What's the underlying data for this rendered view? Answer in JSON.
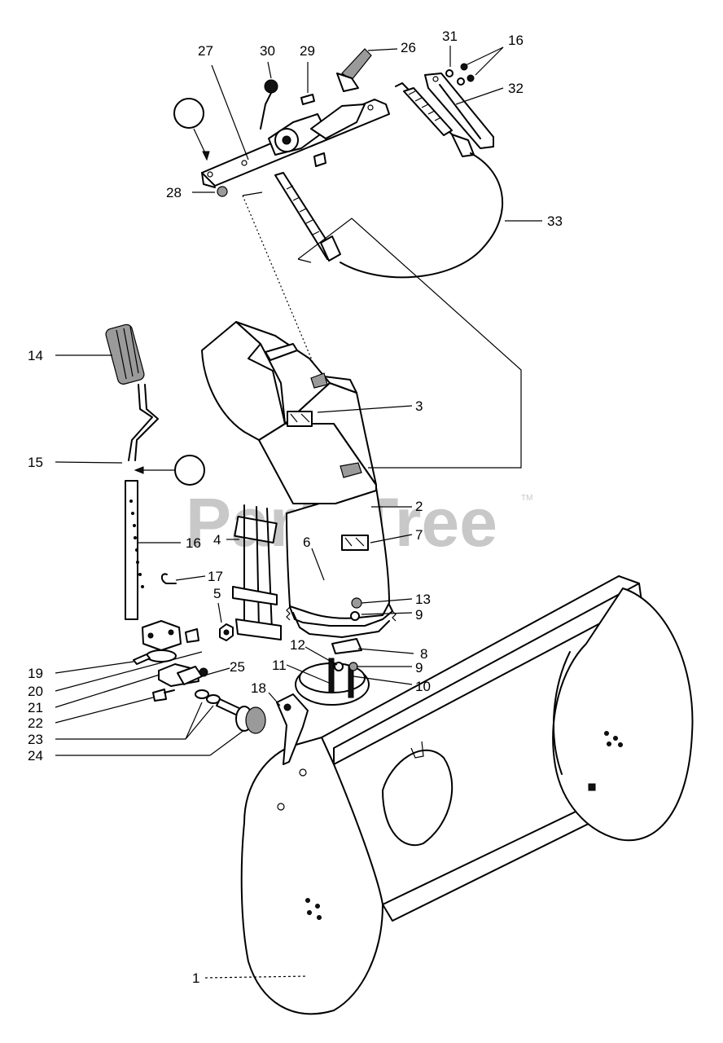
{
  "watermark": {
    "text": "PartsTree",
    "trademark": "TM"
  },
  "callouts": [
    {
      "id": "c1",
      "label": "1"
    },
    {
      "id": "c2",
      "label": "2"
    },
    {
      "id": "c3",
      "label": "3"
    },
    {
      "id": "c4",
      "label": "4"
    },
    {
      "id": "c5",
      "label": "5"
    },
    {
      "id": "c6",
      "label": "6"
    },
    {
      "id": "c7",
      "label": "7"
    },
    {
      "id": "c8",
      "label": "8"
    },
    {
      "id": "c9a",
      "label": "9"
    },
    {
      "id": "c9b",
      "label": "9"
    },
    {
      "id": "c10",
      "label": "10"
    },
    {
      "id": "c11",
      "label": "11"
    },
    {
      "id": "c12",
      "label": "12"
    },
    {
      "id": "c13",
      "label": "13"
    },
    {
      "id": "c14",
      "label": "14"
    },
    {
      "id": "c15",
      "label": "15"
    },
    {
      "id": "c16a",
      "label": "16"
    },
    {
      "id": "c16b",
      "label": "16"
    },
    {
      "id": "c17",
      "label": "17"
    },
    {
      "id": "c18",
      "label": "18"
    },
    {
      "id": "c19",
      "label": "19"
    },
    {
      "id": "c20",
      "label": "20"
    },
    {
      "id": "c21",
      "label": "21"
    },
    {
      "id": "c22",
      "label": "22"
    },
    {
      "id": "c23",
      "label": "23"
    },
    {
      "id": "c24",
      "label": "24"
    },
    {
      "id": "c25",
      "label": "25"
    },
    {
      "id": "c26",
      "label": "26"
    },
    {
      "id": "c27",
      "label": "27"
    },
    {
      "id": "c28",
      "label": "28"
    },
    {
      "id": "c29",
      "label": "29"
    },
    {
      "id": "c30",
      "label": "30"
    },
    {
      "id": "c31",
      "label": "31"
    },
    {
      "id": "c32",
      "label": "32"
    },
    {
      "id": "c33",
      "label": "33"
    }
  ]
}
